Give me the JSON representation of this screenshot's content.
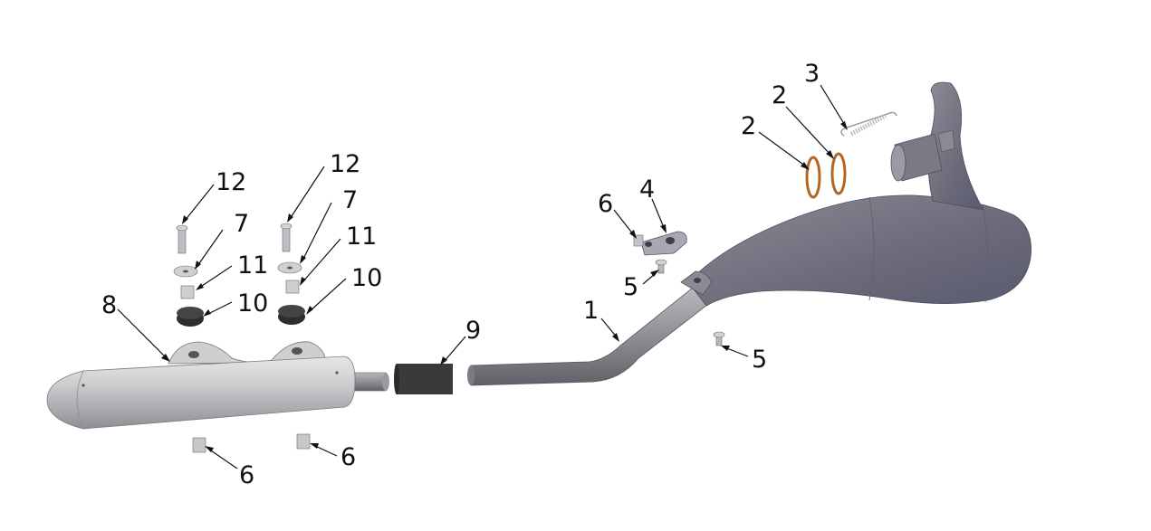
{
  "diagram": {
    "type": "exploded-parts-view",
    "colors": {
      "header_pipe": "#6e6e78",
      "silencer": "#c9c9cc",
      "sleeve": "#3a3a3a",
      "o_ring": "#b5651d",
      "grommet": "#2e2e2e",
      "hardware": "#bdbdc2"
    },
    "callouts": [
      {
        "id": "callout-1",
        "label": "1"
      },
      {
        "id": "callout-2a",
        "label": "2"
      },
      {
        "id": "callout-2b",
        "label": "2"
      },
      {
        "id": "callout-3",
        "label": "3"
      },
      {
        "id": "callout-4",
        "label": "4"
      },
      {
        "id": "callout-5a",
        "label": "5"
      },
      {
        "id": "callout-5b",
        "label": "5"
      },
      {
        "id": "callout-6a",
        "label": "6"
      },
      {
        "id": "callout-6b",
        "label": "6"
      },
      {
        "id": "callout-6c",
        "label": "6"
      },
      {
        "id": "callout-7a",
        "label": "7"
      },
      {
        "id": "callout-7b",
        "label": "7"
      },
      {
        "id": "callout-8",
        "label": "8"
      },
      {
        "id": "callout-9",
        "label": "9"
      },
      {
        "id": "callout-10a",
        "label": "10"
      },
      {
        "id": "callout-10b",
        "label": "10"
      },
      {
        "id": "callout-11a",
        "label": "11"
      },
      {
        "id": "callout-11b",
        "label": "11"
      },
      {
        "id": "callout-12a",
        "label": "12"
      },
      {
        "id": "callout-12b",
        "label": "12"
      }
    ]
  }
}
